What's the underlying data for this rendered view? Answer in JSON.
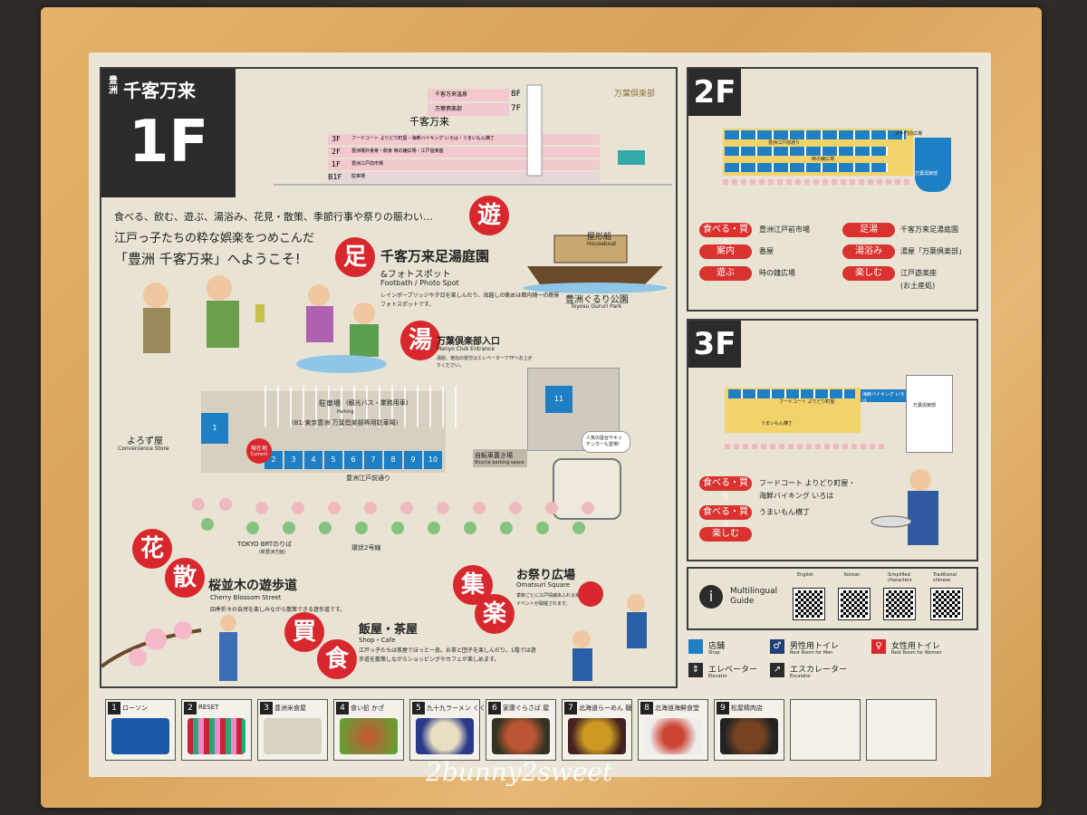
{
  "left_panel": {
    "brand_small": "豊洲",
    "brand": "千客万来",
    "floor": "1F",
    "intro_lines": [
      "食べる、飲む、遊ぶ、湯浴み、花見・散策、季節行事や祭りの賑わい…",
      "江戸っ子たちの粋な娯楽をつめこんだ",
      "「豊洲 千客万来」へようこそ!"
    ],
    "section_floors": [
      "8F",
      "7F",
      "3F",
      "2F",
      "1F",
      "B1F"
    ],
    "section_label_8f": "千客万来温泉",
    "section_label_7f": "万葉倶楽部",
    "section_label_3f": "フードコート よりどり町屋・海鮮バイキング いろは・うまいもん横丁",
    "section_label_2f": "豊洲場外食楽・飲食 時の鐘広場・江戸遊楽座",
    "section_label_1f": "豊洲江戸前市場",
    "section_label_b1f": "駐車場",
    "brand_logo_text": "千客万来",
    "manyo_logo": "万葉倶楽部",
    "labels": {
      "ashiyu": "千客万来足湯庭園",
      "ashiyu_sub": "&フォトスポット",
      "ashiyu_en": "Footbath / Photo Spot",
      "ashiyu_desc": "レインボーブリッジや夕日を楽しんだり、海越しの眺めは都内随一の絶景フォトスポットです。",
      "yakatabune": "屋形船",
      "yakatabune_en": "Houseboat",
      "gururi": "豊洲ぐるり公園",
      "gururi_en": "Toyosu Gururi Park",
      "manyo_entrance": "万葉倶楽部入口",
      "manyo_entrance_en": "Manyo Club Entrance",
      "manyo_desc": "湯船、宿泊の受付はエレベーターで7Fへお上がりください。",
      "yorozuya": "よろず屋",
      "yorozuya_en": "Convenience Store",
      "parking": "駐車場",
      "parking_sub": "(観光バス・業務用車)",
      "parking_en": "Parking",
      "parking_b1": "(B1:東京豊洲 万葉倶楽部専用駐車場)",
      "bicycle": "自転車置き場",
      "bicycle_en": "Bicycle parking space",
      "street": "豊洲江戸前通り",
      "brt": "TOKYO BRTのりば",
      "brt_sub": "(新豊洲方面)",
      "route": "環状2号線",
      "current": "現在地",
      "current_en": "Current",
      "sakura": "桜並木の遊歩道",
      "sakura_en": "Cherry Blossom Street",
      "sakura_desc": "四季折々の自然を楽しみながら散策できる遊歩道です。",
      "omatsuri": "お祭り広場",
      "omatsuri_en": "Omatsuri Square",
      "omatsuri_desc": "季節ごとに江戸情緒あふれる楽しいイベントが開催されます。",
      "meshiya": "飯屋・茶屋",
      "meshiya_en": "Shop・Cafe",
      "meshiya_desc": "江戸っ子たちは茶屋でほっと一息。お茶と団子を楽しんだり。1階では遊歩道を散策しながらショッピングやカフェが楽しめます。",
      "kitchen_car": "人気の屋台やキッチンカーも登場!"
    },
    "signs": {
      "asobu": "遊",
      "ashi": "足",
      "yu": "湯",
      "hana": "花",
      "san": "散",
      "kau": "買",
      "taberu": "食",
      "shu": "集",
      "raku": "楽"
    }
  },
  "floor2": {
    "badge": "2F",
    "legend": [
      {
        "tag": "食べる・買う",
        "text": "豊洲江戸前市場"
      },
      {
        "tag": "案内",
        "text": "番屋"
      },
      {
        "tag": "遊ぶ",
        "text": "時の鐘広場"
      },
      {
        "tag": "足湯",
        "text": "千客万来足湯庭園"
      },
      {
        "tag": "湯浴み",
        "text": "湯屋「万葉倶楽部」"
      },
      {
        "tag": "楽しむ",
        "text": "江戸遊楽座"
      }
    ],
    "legend_note": "(お土産処)",
    "map_labels": [
      "時の鐘広場",
      "豊洲江戸前通り",
      "万葉倶楽部",
      "大手門前広場"
    ]
  },
  "floor3": {
    "badge": "3F",
    "legend": [
      {
        "tag": "食べる・買う",
        "text": "フードコート よりどり町屋・"
      },
      {
        "tag": "",
        "text": "海鮮バイキング いろは"
      },
      {
        "tag": "食べる・買う",
        "text": "うまいもん横丁"
      },
      {
        "tag": "楽しむ",
        "text": ""
      }
    ],
    "map_labels": [
      "フードコート よりどり町屋",
      "うまいもん横丁",
      "海鮮バイキング いろは",
      "万葉倶楽部"
    ]
  },
  "guide": {
    "title": "Multilingual Guide",
    "languages": [
      "English",
      "Korean",
      "Simplified characters",
      "Traditional chinese"
    ]
  },
  "legend": {
    "shop": "店舗",
    "shop_en": "Shop",
    "men": "男性用トイレ",
    "men_en": "Rest Room for Men",
    "women": "女性用トイレ",
    "women_en": "Rest Room for Women",
    "elevator": "エレベーター",
    "elevator_en": "Elevator",
    "escalator": "エスカレーター",
    "escalator_en": "Escalator"
  },
  "shops": [
    {
      "num": "1",
      "name": "ローソン",
      "colors": [
        "#1a58a8",
        "#ffffff"
      ]
    },
    {
      "num": "2",
      "name": "RESET",
      "colors": [
        "#c23",
        "#2a7"
      ]
    },
    {
      "num": "3",
      "name": "豊洲米食屋",
      "colors": [
        "#d9d2c0",
        "#a89a7a"
      ]
    },
    {
      "num": "4",
      "name": "食い処 かざ",
      "colors": [
        "#5a3",
        "#c53"
      ]
    },
    {
      "num": "5",
      "name": "九十九ラーメン くくり",
      "colors": [
        "#e8dfc0",
        "#c33"
      ]
    },
    {
      "num": "6",
      "name": "家康ぐらさば 屋",
      "colors": [
        "#b53",
        "#332"
      ]
    },
    {
      "num": "7",
      "name": "北海道らーめん 麺",
      "colors": [
        "#c92",
        "#422"
      ]
    },
    {
      "num": "8",
      "name": "北海道海鮮食堂",
      "colors": [
        "#c43",
        "#eee"
      ]
    },
    {
      "num": "9",
      "name": "松屋精肉店",
      "colors": [
        "#742",
        "#222"
      ]
    }
  ],
  "watermark": "2bunny2sweet"
}
